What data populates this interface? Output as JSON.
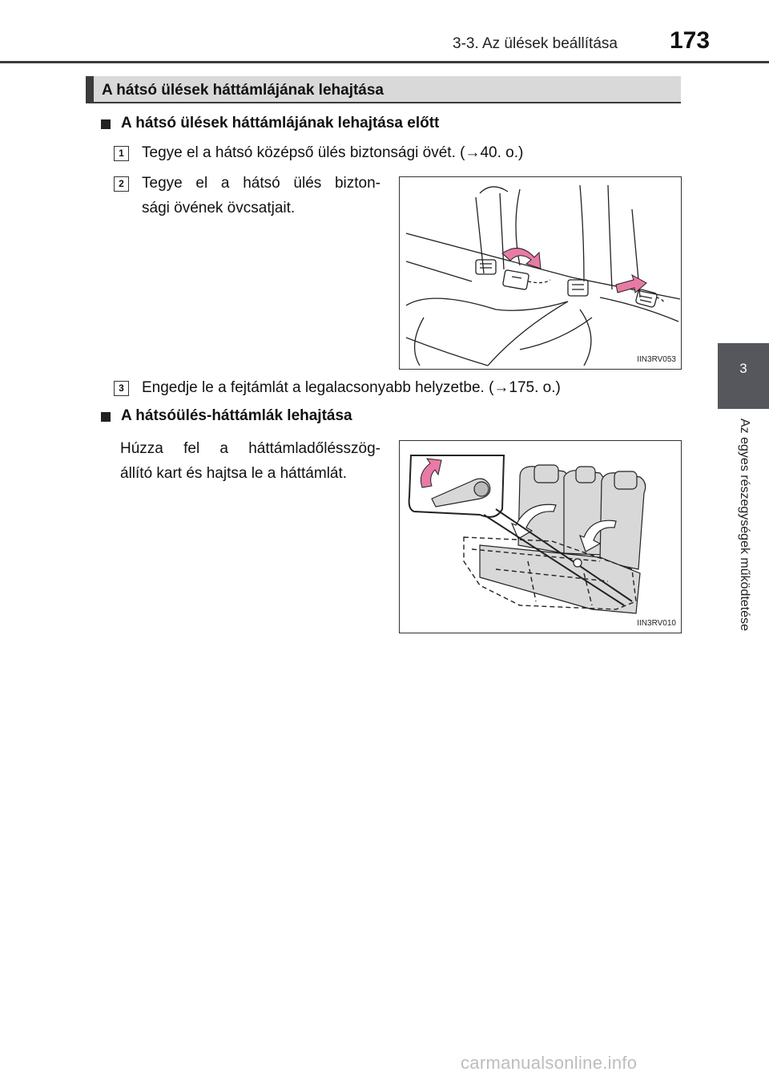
{
  "header": {
    "section_label": "3-3. Az ülések beállítása",
    "page_number": "173"
  },
  "side_tab": {
    "number": "3",
    "chapter_title": "Az egyes részegységek működtetése"
  },
  "section": {
    "title": "A hátsó ülések háttámlájának lehajtása"
  },
  "subsection1": {
    "title": "A hátsó ülések háttámlájának lehajtása előtt",
    "steps": [
      {
        "number": "1",
        "text": "Tegye el a hátsó középső ülés biztonsági övét. (→40. o.)"
      },
      {
        "number": "2",
        "line1": "Tegye el a hátsó ülés bizton-",
        "line2": "sági övének övcsatjait."
      },
      {
        "number": "3",
        "text": "Engedje le a fejtámlát a legalacsonyabb helyzetbe. (→175. o.)"
      }
    ]
  },
  "figure1": {
    "code": "IIN3RV053"
  },
  "subsection2": {
    "title": "A hátsóülés-háttámlák lehajtása",
    "line1": "Húzza fel a háttámladőlésszög-",
    "line2": "állító kart és hajtsa le a háttámlát."
  },
  "figure2": {
    "code": "IIN3RV010"
  },
  "watermark": "carmanualsonline.info",
  "colors": {
    "accent_dark": "#3b3b3b",
    "heading_bg": "#d9d9d9",
    "tab_bg": "#55575c",
    "arrow_pink": "#e87aa6"
  }
}
